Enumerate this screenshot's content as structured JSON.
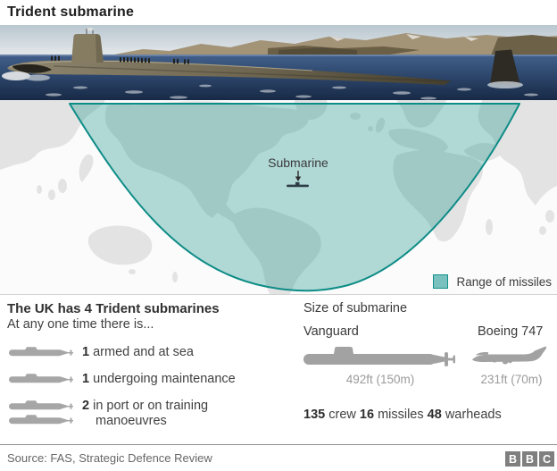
{
  "header": {
    "title": "Trident submarine"
  },
  "map": {
    "marker_label": "Submarine",
    "legend_label": "Range of missiles"
  },
  "fleet": {
    "heading": "The UK has 4 Trident submarines",
    "subheading": "At any one time there is...",
    "items": [
      {
        "count": "1",
        "label": "armed and at sea"
      },
      {
        "count": "1",
        "label": "undergoing maintenance"
      },
      {
        "count": "2",
        "label": "in port or on training manoeuvres"
      }
    ]
  },
  "size": {
    "heading": "Size of submarine",
    "left": {
      "name": "Vanguard",
      "length": "492ft (150m)"
    },
    "right": {
      "name": "Boeing 747",
      "length": "231ft (70m)"
    },
    "stats": [
      {
        "value": "135",
        "label": "crew"
      },
      {
        "value": "16",
        "label": "missiles"
      },
      {
        "value": "48",
        "label": "warheads"
      }
    ]
  },
  "footer": {
    "source": "Source: FAS, Strategic Defence Review",
    "logo_letters": [
      "B",
      "B",
      "C"
    ]
  },
  "colors": {
    "range_fill": "#aed9d7",
    "range_stroke": "#0e8c86",
    "legend_swatch": "#79c1be",
    "land": "#e3e3e3"
  }
}
